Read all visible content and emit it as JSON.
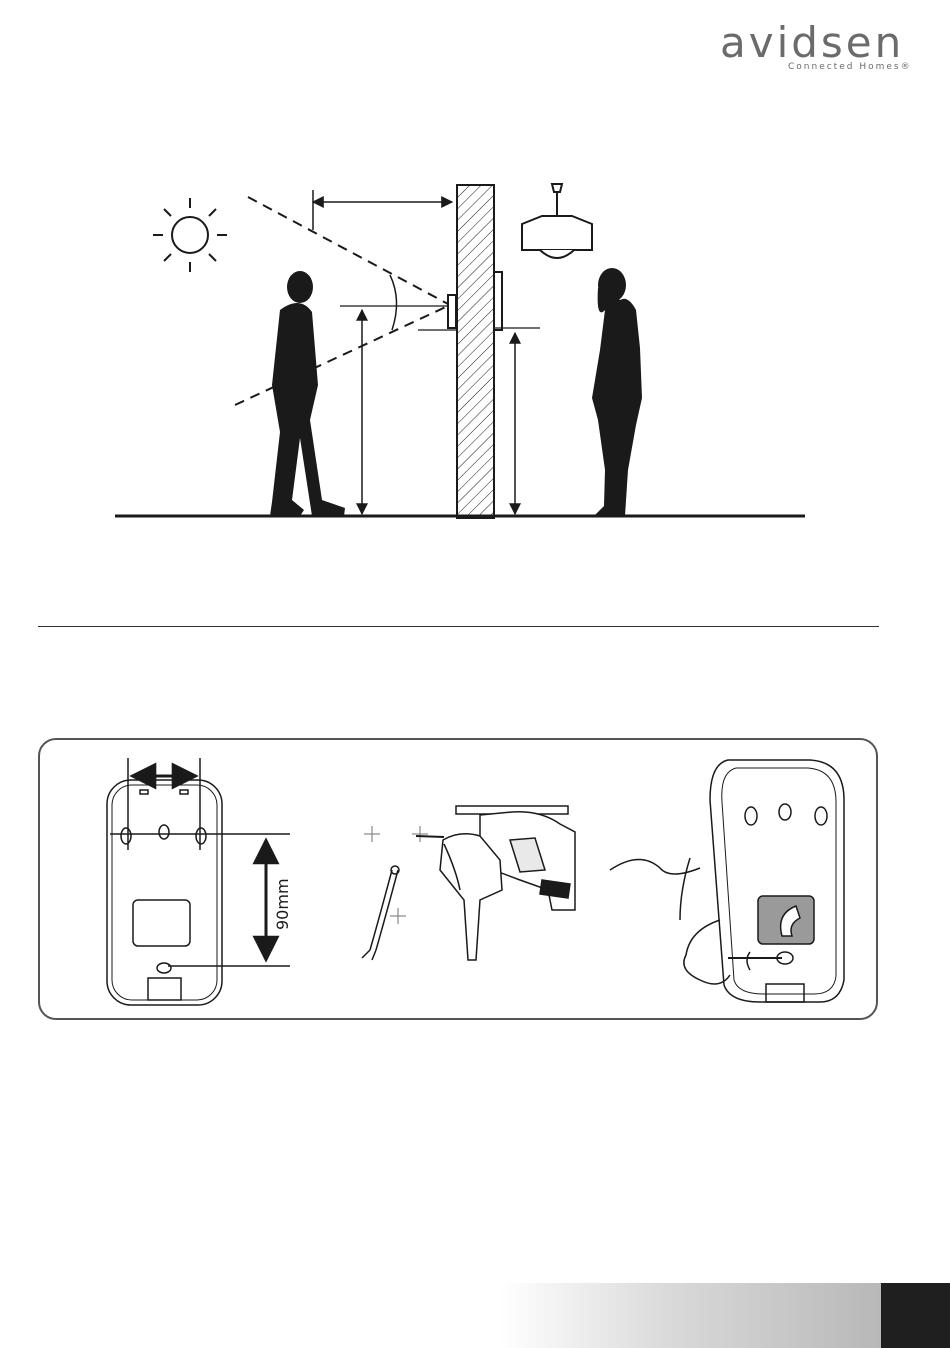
{
  "brand": {
    "name": "avidsen",
    "tagline": "Connected Homes®",
    "color": "#6b6b6b"
  },
  "figures": {
    "placement": {
      "icons": [
        "sun-icon",
        "ceiling-lamp-icon",
        "man-silhouette-icon",
        "woman-silhouette-icon",
        "doorbell-icon"
      ]
    },
    "installation": {
      "dimension_label": "90mm",
      "icons": [
        "doorbell-back-plate-icon",
        "drill-icon",
        "wire-icon",
        "screwdriver-icon"
      ]
    }
  },
  "colors": {
    "ink": "#1a1a1a",
    "rule": "#333333",
    "page_tab": "#1f1f1f"
  }
}
